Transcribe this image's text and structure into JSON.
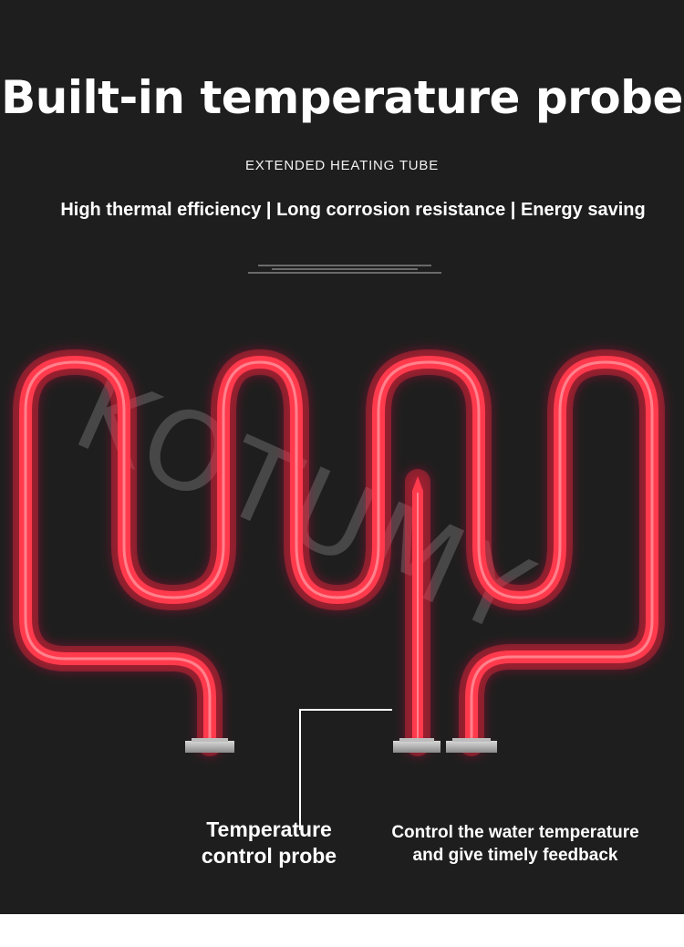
{
  "header": {
    "title": "Built-in temperature probe",
    "subtitle": "EXTENDED HEATING TUBE",
    "features": "High thermal efficiency | Long corrosion resistance | Energy saving"
  },
  "watermark": {
    "text": "KOTUMY"
  },
  "callouts": {
    "probe_line1": "Temperature",
    "probe_line2": "control probe",
    "feedback_line1": "Control the water temperature",
    "feedback_line2": "and give timely feedback"
  },
  "colors": {
    "background": "#1e1e1f",
    "tube": "#ff3a4d",
    "text": "#ffffff"
  }
}
